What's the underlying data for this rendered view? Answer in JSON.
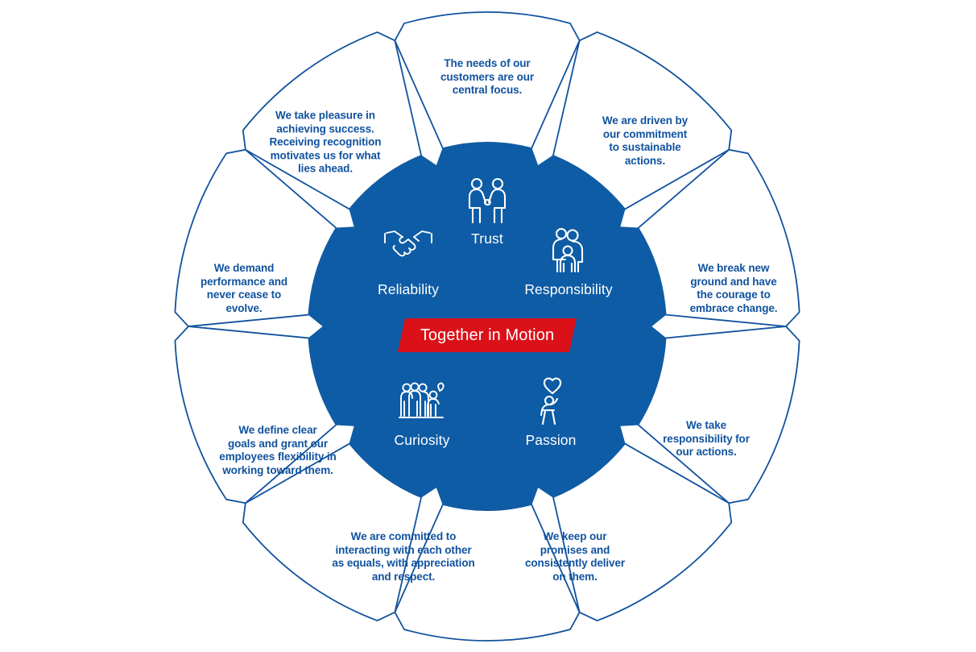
{
  "diagram": {
    "title": "Company Values Wheel",
    "colors": {
      "brand_blue": "#10529E",
      "core_blue": "#0E5CA5",
      "accent_red": "#DA1119",
      "segment_fill": "#FFFFFF",
      "text_on_blue": "#FFFFFF"
    },
    "slogan": "Together in Motion",
    "core_values": [
      {
        "label": "Trust",
        "icon": "handshake-two-people-icon"
      },
      {
        "label": "Responsibility",
        "icon": "family-icon"
      },
      {
        "label": "Passion",
        "icon": "person-with-heart-icon"
      },
      {
        "label": "Curiosity",
        "icon": "group-raising-idea-icon"
      },
      {
        "label": "Reliability",
        "icon": "handshake-icon"
      }
    ],
    "outer_segments": [
      {
        "id": "customer-focus",
        "text": "The needs of our\ncustomers are our\ncentral focus."
      },
      {
        "id": "sustainability",
        "text": "We are driven by\nour commitment\nto sustainable\nactions."
      },
      {
        "id": "innovation",
        "text": "We break new\nground and have\nthe courage to\nembrace change."
      },
      {
        "id": "accountability",
        "text": "We take\nresponsibility for\nour actions."
      },
      {
        "id": "promises",
        "text": "We keep our\npromises and\nconsistently deliver\non them."
      },
      {
        "id": "equality",
        "text": "We are committed to\ninteracting with each other\nas equals, with appreciation\nand respect."
      },
      {
        "id": "clear-goals",
        "text": "We define clear\ngoals and grant our\nemployees flexibility in\nworking toward them."
      },
      {
        "id": "performance",
        "text": "We demand\nperformance and\nnever cease to\nevolve."
      },
      {
        "id": "recognition",
        "text": "We take pleasure in\nachieving success.\nReceiving recognition\nmotivates us for what\nlies ahead."
      }
    ]
  }
}
